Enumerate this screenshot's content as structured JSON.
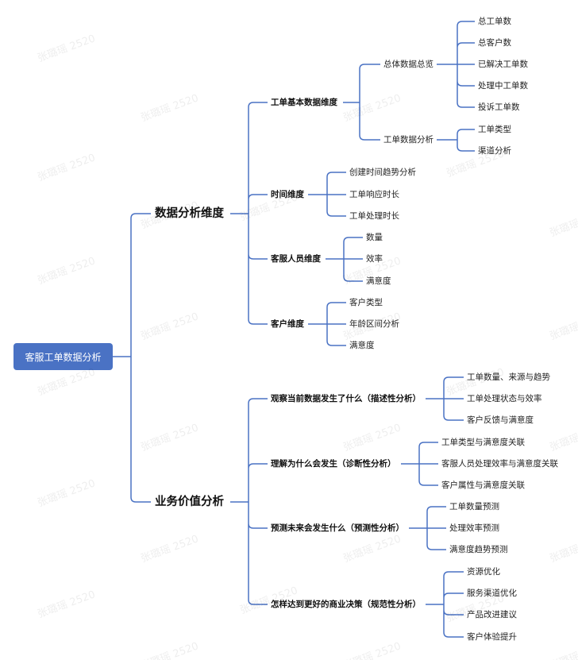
{
  "watermark": "张璐瑶 2520",
  "line_color": "#4a72c4",
  "root": "客服工单数据分析",
  "branches": [
    {
      "label": "数据分析维度",
      "children": [
        {
          "label": "工单基本数据维度",
          "children": [
            {
              "label": "总体数据总览",
              "children": [
                "总工单数",
                "总客户数",
                "已解决工单数",
                "处理中工单数",
                "投诉工单数"
              ]
            },
            {
              "label": "工单数据分析",
              "children": [
                "工单类型",
                "渠道分析"
              ]
            }
          ]
        },
        {
          "label": "时间维度",
          "children": [
            "创建时间趋势分析",
            "工单响应时长",
            "工单处理时长"
          ]
        },
        {
          "label": "客服人员维度",
          "children": [
            "数量",
            "效率",
            "满意度"
          ]
        },
        {
          "label": "客户维度",
          "children": [
            "客户类型",
            "年龄区间分析",
            "满意度"
          ]
        }
      ]
    },
    {
      "label": "业务价值分析",
      "children": [
        {
          "label": "观察当前数据发生了什么（描述性分析）",
          "children": [
            "工单数量、来源与趋势",
            "工单处理状态与效率",
            "客户反馈与满意度"
          ]
        },
        {
          "label": "理解为什么会发生（诊断性分析）",
          "children": [
            "工单类型与满意度关联",
            "客服人员处理效率与满意度关联",
            "客户属性与满意度关联"
          ]
        },
        {
          "label": "预测未来会发生什么（预测性分析）",
          "children": [
            "工单数量预测",
            "处理效率预测",
            "满意度趋势预测"
          ]
        },
        {
          "label": "怎样达到更好的商业决策（规范性分析）",
          "children": [
            "资源优化",
            "服务渠道优化",
            "产品改进建议",
            "客户体验提升"
          ]
        }
      ]
    }
  ]
}
